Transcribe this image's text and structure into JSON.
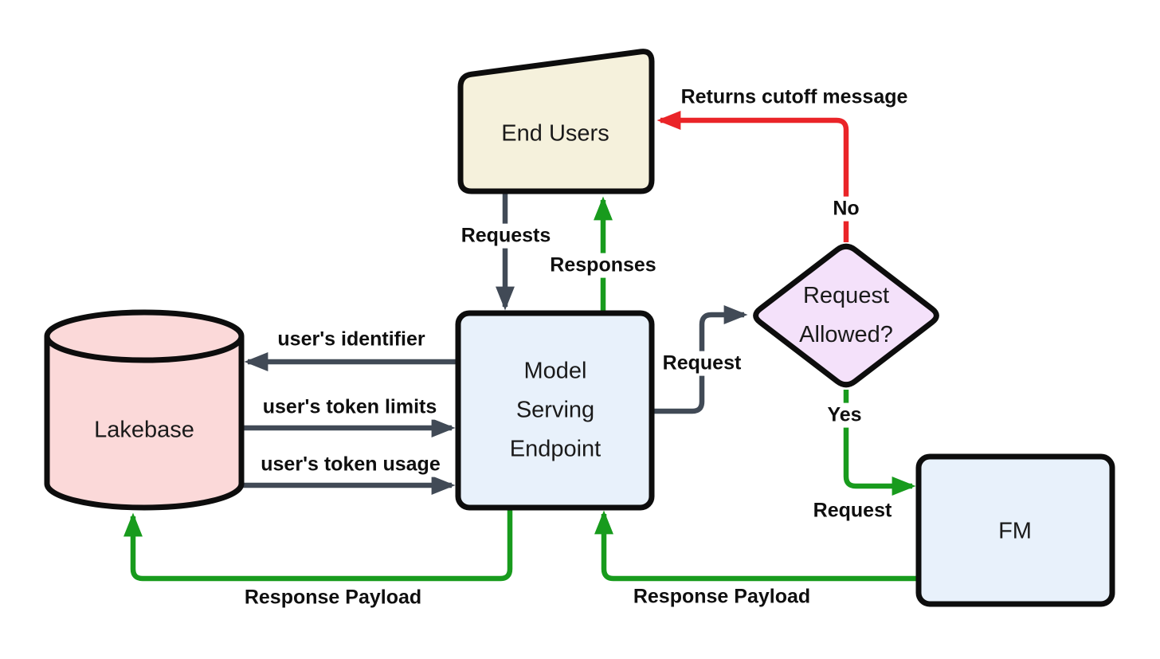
{
  "colors": {
    "ink": "#0d0d0d",
    "dark": "#414a56",
    "green": "#189b1d",
    "red": "#ea2428",
    "cream": "#f5f1dc",
    "blue": "#e8f1fb",
    "pink": "#fbd9d9",
    "purple": "#f4e1fa",
    "canvas-bg": "#ffffff"
  },
  "nodes": {
    "end_users": {
      "label": "End Users",
      "shape": "slanted-rect",
      "fill": "#f5f1dc"
    },
    "model_serving": {
      "lines": [
        "Model",
        "Serving",
        "Endpoint"
      ],
      "shape": "rounded-rect",
      "fill": "#e8f1fb"
    },
    "lakebase": {
      "label": "Lakebase",
      "shape": "cylinder",
      "fill": "#fbd9d9"
    },
    "decision": {
      "lines": [
        "Request",
        "Allowed?"
      ],
      "shape": "diamond",
      "fill": "#f4e1fa"
    },
    "fm": {
      "label": "FM",
      "shape": "rounded-rect",
      "fill": "#e8f1fb"
    }
  },
  "edges": {
    "requests": {
      "label": "Requests",
      "color": "dark",
      "from": "end_users",
      "to": "model_serving"
    },
    "responses": {
      "label": "Responses",
      "color": "green",
      "from": "model_serving",
      "to": "end_users"
    },
    "returns_cutoff": {
      "label": "Returns cutoff message",
      "color": "red",
      "from": "decision",
      "to": "end_users"
    },
    "no": {
      "label": "No",
      "color": "red",
      "from": "decision"
    },
    "yes": {
      "label": "Yes",
      "color": "green",
      "from": "decision"
    },
    "request_to_decision": {
      "label": "Request",
      "color": "dark",
      "from": "model_serving",
      "to": "decision"
    },
    "request_to_fm": {
      "label": "Request",
      "color": "green",
      "from": "decision",
      "to": "fm"
    },
    "users_identifier": {
      "label": "user's identifier",
      "color": "dark",
      "from": "model_serving",
      "to": "lakebase"
    },
    "users_token_limits": {
      "label": "user's token limits",
      "color": "dark",
      "from": "lakebase",
      "to": "model_serving"
    },
    "users_token_usage": {
      "label": "user's token usage",
      "color": "dark",
      "from": "lakebase",
      "to": "model_serving"
    },
    "response_payload_left": {
      "label": "Response Payload",
      "color": "green",
      "from": "model_serving",
      "to": "lakebase"
    },
    "response_payload_right": {
      "label": "Response Payload",
      "color": "green",
      "from": "fm",
      "to": "model_serving"
    }
  }
}
